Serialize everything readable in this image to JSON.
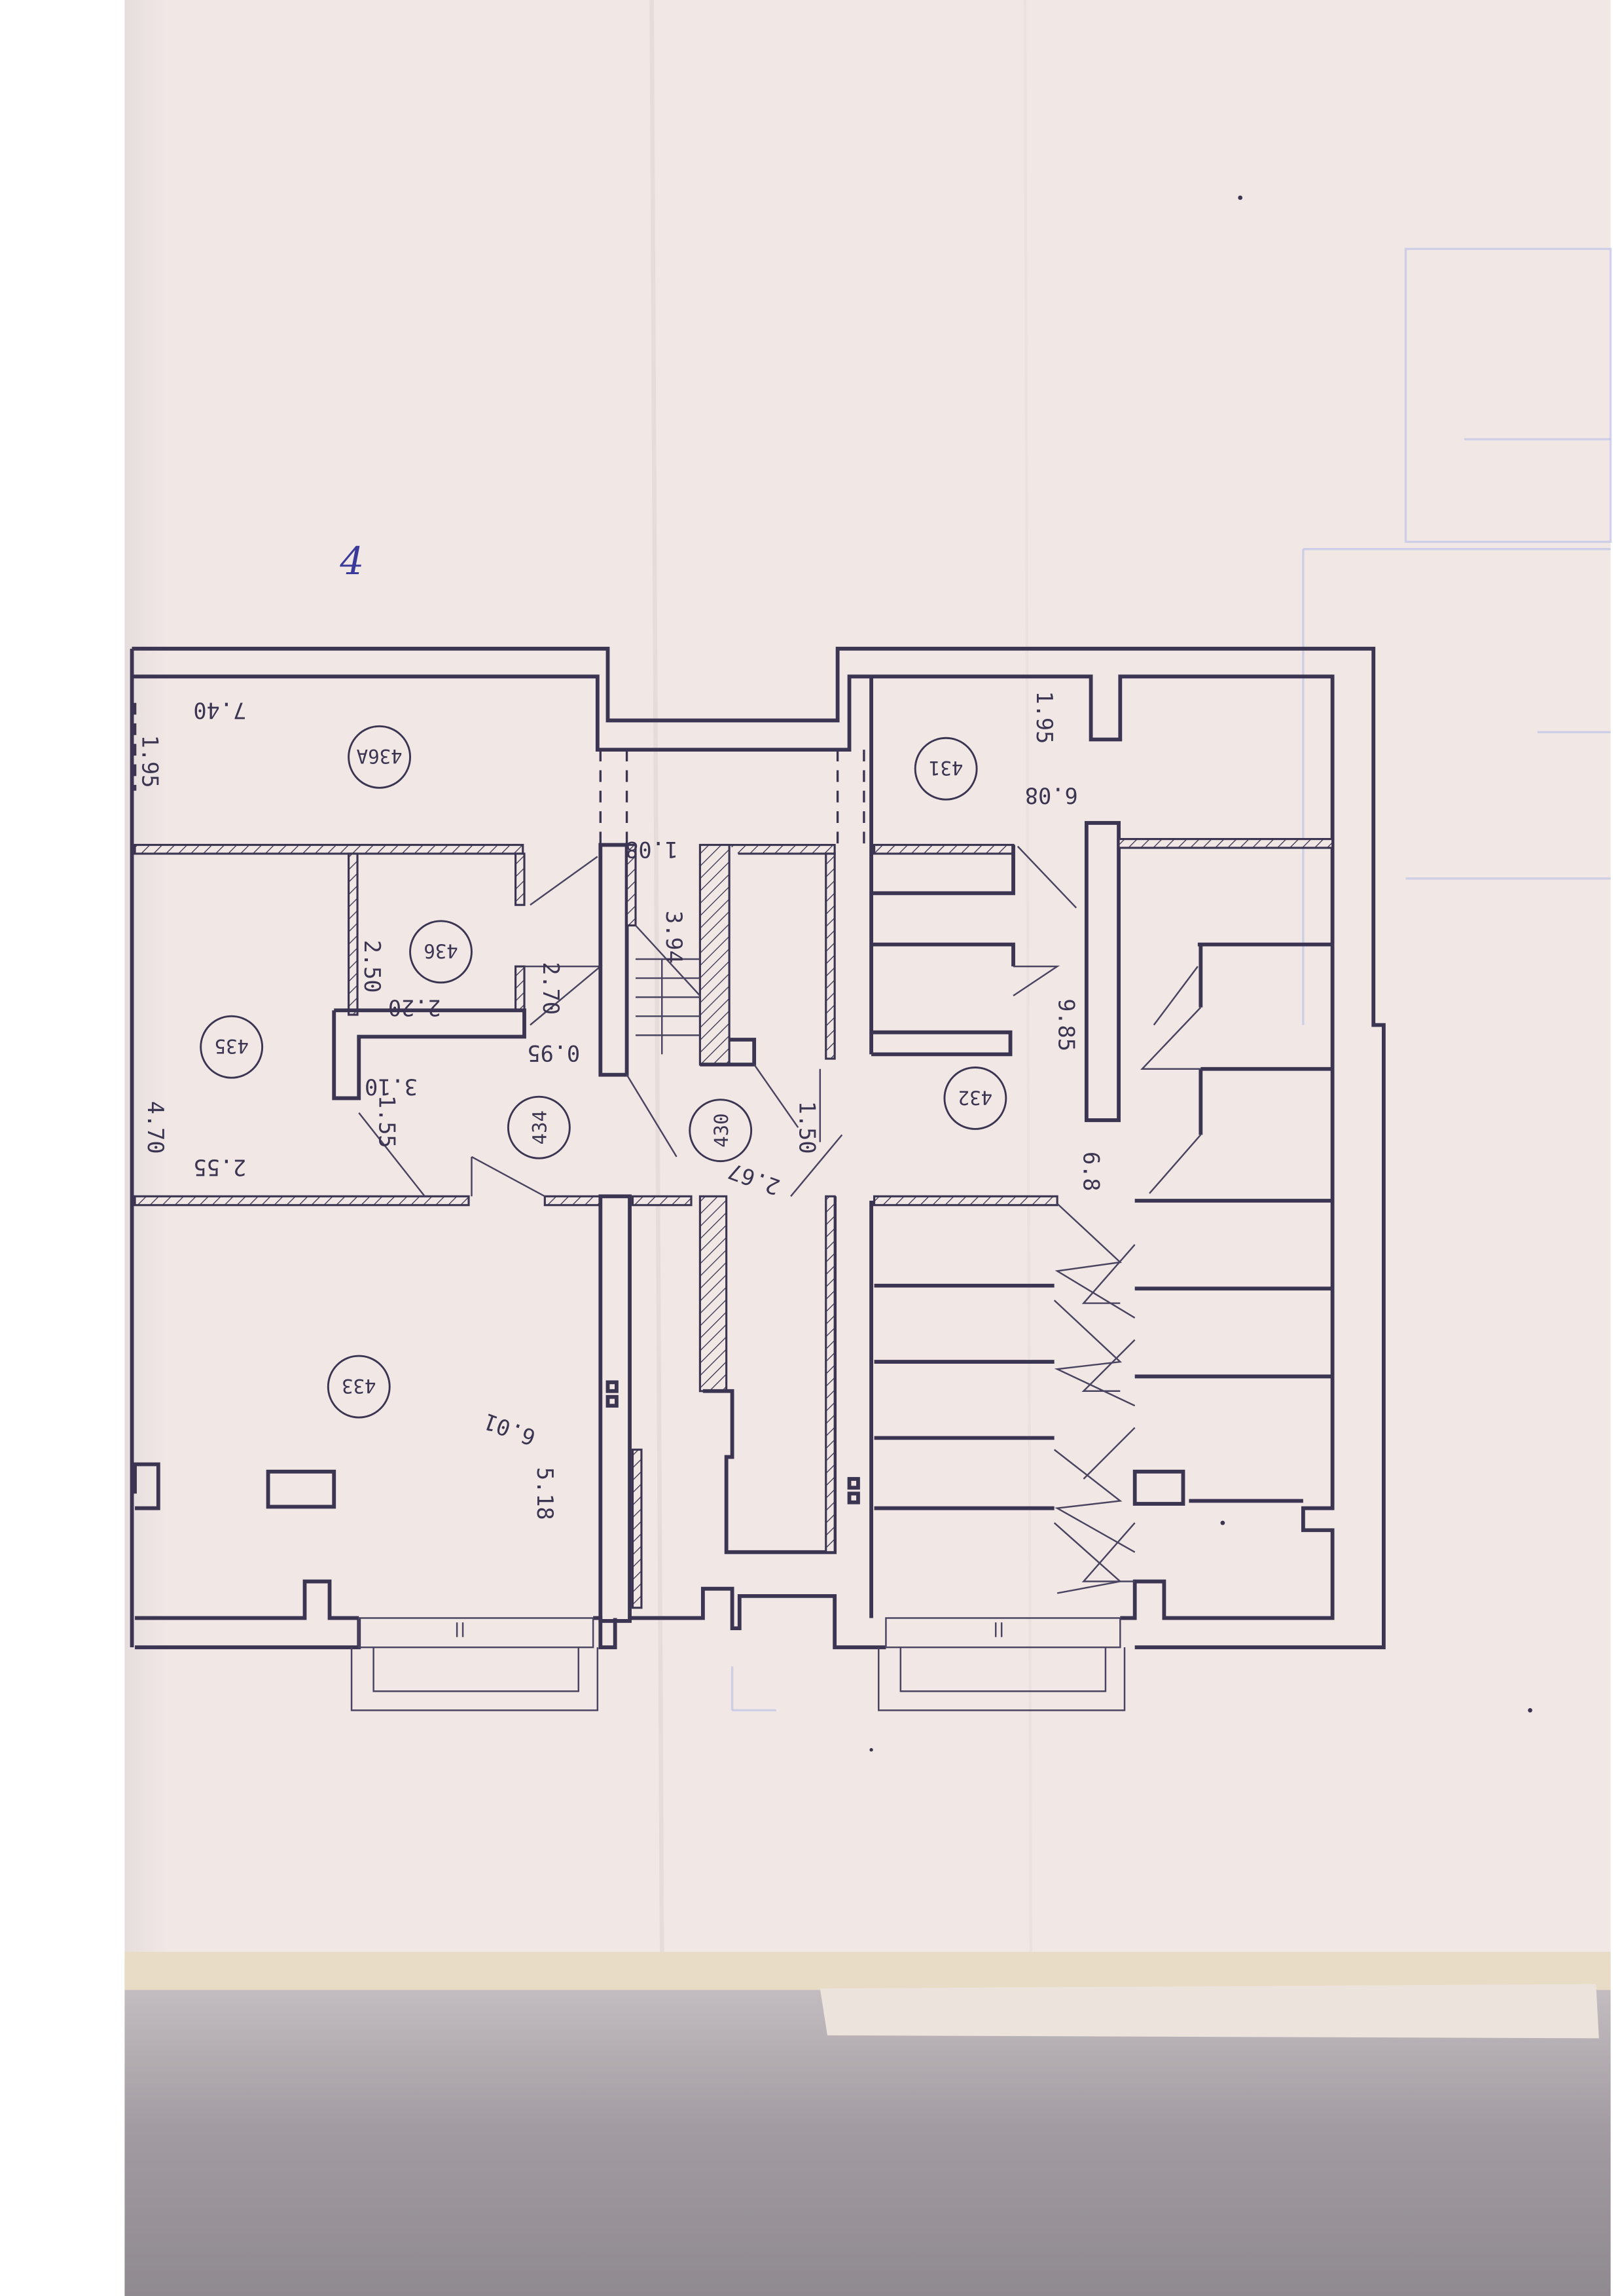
{
  "sheet": {
    "page_mark": "4",
    "colors": {
      "paper": "#f1e8e6",
      "ink": "#3b3552",
      "pen": "#3a3a9a",
      "shadow": "#9a9398",
      "paper_edge": "#e9dcc6"
    }
  },
  "rooms": [
    {
      "id": "436A",
      "dims": [
        "7.40",
        "1.95"
      ]
    },
    {
      "id": "436",
      "dims": [
        "2.50",
        "2.20"
      ]
    },
    {
      "id": "435",
      "dims": [
        "4.70",
        "2.55"
      ]
    },
    {
      "id": "434",
      "dims": [
        "2.70",
        "0.95",
        "3.10",
        "1.55"
      ]
    },
    {
      "id": "430",
      "dims": [
        "3.94",
        "1.08",
        "1.50",
        "2.67"
      ]
    },
    {
      "id": "431",
      "dims": [
        "1.95",
        "6.08"
      ]
    },
    {
      "id": "432",
      "dims": [
        "9.85",
        "6.8"
      ]
    },
    {
      "id": "433",
      "dims": [
        "6.01",
        "5.18"
      ]
    }
  ]
}
